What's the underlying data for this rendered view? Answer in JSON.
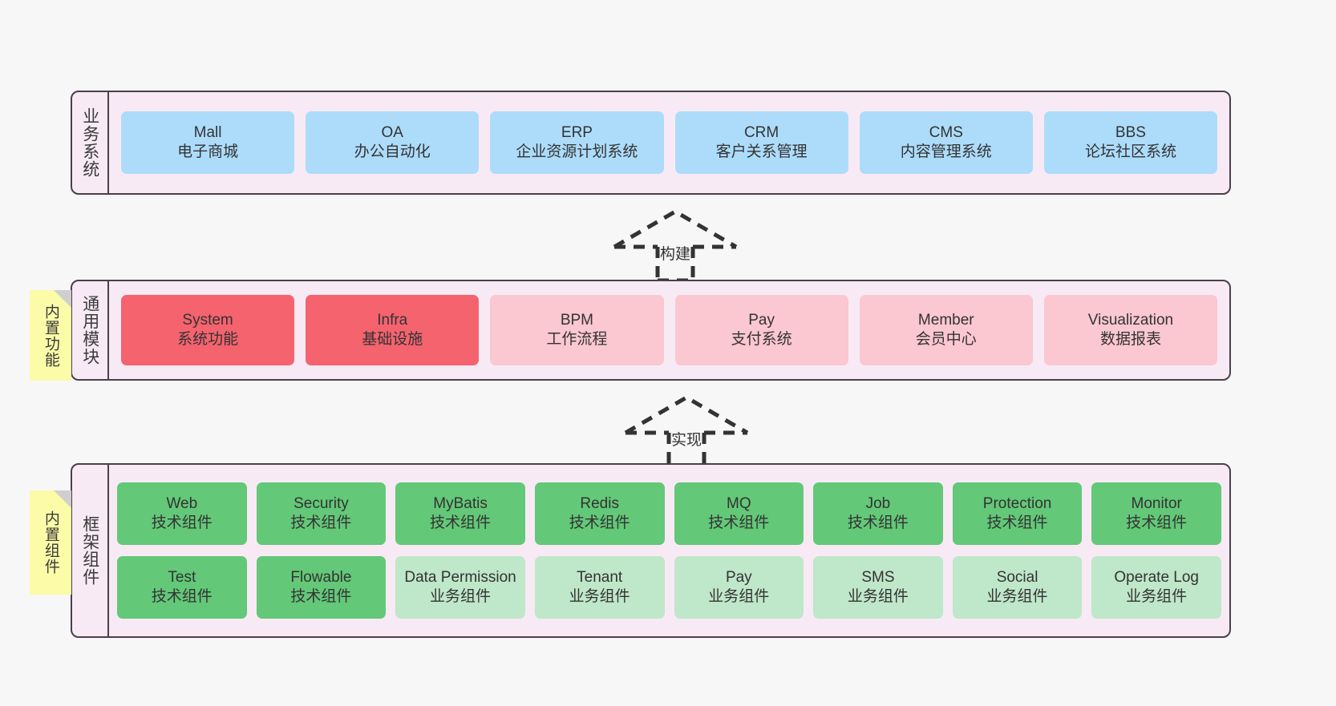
{
  "diagram": {
    "background": "#f7f7f7",
    "panel_bg": "#f8eaf4",
    "panel_border": "#4a404a",
    "colors": {
      "business": "#addcfb",
      "module_primary": "#f4636e",
      "module_secondary": "#fbc7d0",
      "tech_component": "#63c878",
      "biz_component": "#bfe7c9",
      "sticky": "#fbfba8",
      "sticky_fold": "#cfcfcf"
    }
  },
  "layers": {
    "business": {
      "title": "业务系统",
      "cards": [
        {
          "name": "Mall",
          "sub": "电子商城"
        },
        {
          "name": "OA",
          "sub": "办公自动化"
        },
        {
          "name": "ERP",
          "sub": "企业资源计划系统"
        },
        {
          "name": "CRM",
          "sub": "客户关系管理"
        },
        {
          "name": "CMS",
          "sub": "内容管理系统"
        },
        {
          "name": "BBS",
          "sub": "论坛社区系统"
        }
      ]
    },
    "modules": {
      "title": "通用模块",
      "sticky": "内置功能",
      "cards": [
        {
          "name": "System",
          "sub": "系统功能",
          "style": "red"
        },
        {
          "name": "Infra",
          "sub": "基础设施",
          "style": "red"
        },
        {
          "name": "BPM",
          "sub": "工作流程",
          "style": "pink"
        },
        {
          "name": "Pay",
          "sub": "支付系统",
          "style": "pink"
        },
        {
          "name": "Member",
          "sub": "会员中心",
          "style": "pink"
        },
        {
          "name": "Visualization",
          "sub": "数据报表",
          "style": "pink"
        }
      ]
    },
    "framework": {
      "title": "框架组件",
      "sticky": "内置组件",
      "row1": [
        {
          "name": "Web",
          "sub": "技术组件",
          "style": "green"
        },
        {
          "name": "Security",
          "sub": "技术组件",
          "style": "green"
        },
        {
          "name": "MyBatis",
          "sub": "技术组件",
          "style": "green"
        },
        {
          "name": "Redis",
          "sub": "技术组件",
          "style": "green"
        },
        {
          "name": "MQ",
          "sub": "技术组件",
          "style": "green"
        },
        {
          "name": "Job",
          "sub": "技术组件",
          "style": "green"
        },
        {
          "name": "Protection",
          "sub": "技术组件",
          "style": "green"
        },
        {
          "name": "Monitor",
          "sub": "技术组件",
          "style": "green"
        }
      ],
      "row2": [
        {
          "name": "Test",
          "sub": "技术组件",
          "style": "green"
        },
        {
          "name": "Flowable",
          "sub": "技术组件",
          "style": "green"
        },
        {
          "name": "Data Permission",
          "sub": "业务组件",
          "style": "lgreen",
          "wrap": true
        },
        {
          "name": "Tenant",
          "sub": "业务组件",
          "style": "lgreen"
        },
        {
          "name": "Pay",
          "sub": "业务组件",
          "style": "lgreen"
        },
        {
          "name": "SMS",
          "sub": "业务组件",
          "style": "lgreen"
        },
        {
          "name": "Social",
          "sub": "业务组件",
          "style": "lgreen"
        },
        {
          "name": "Operate Log",
          "sub": "业务组件",
          "style": "lgreen"
        }
      ]
    }
  },
  "arrows": {
    "build": {
      "label": "构建"
    },
    "implement": {
      "label": "实现"
    }
  }
}
